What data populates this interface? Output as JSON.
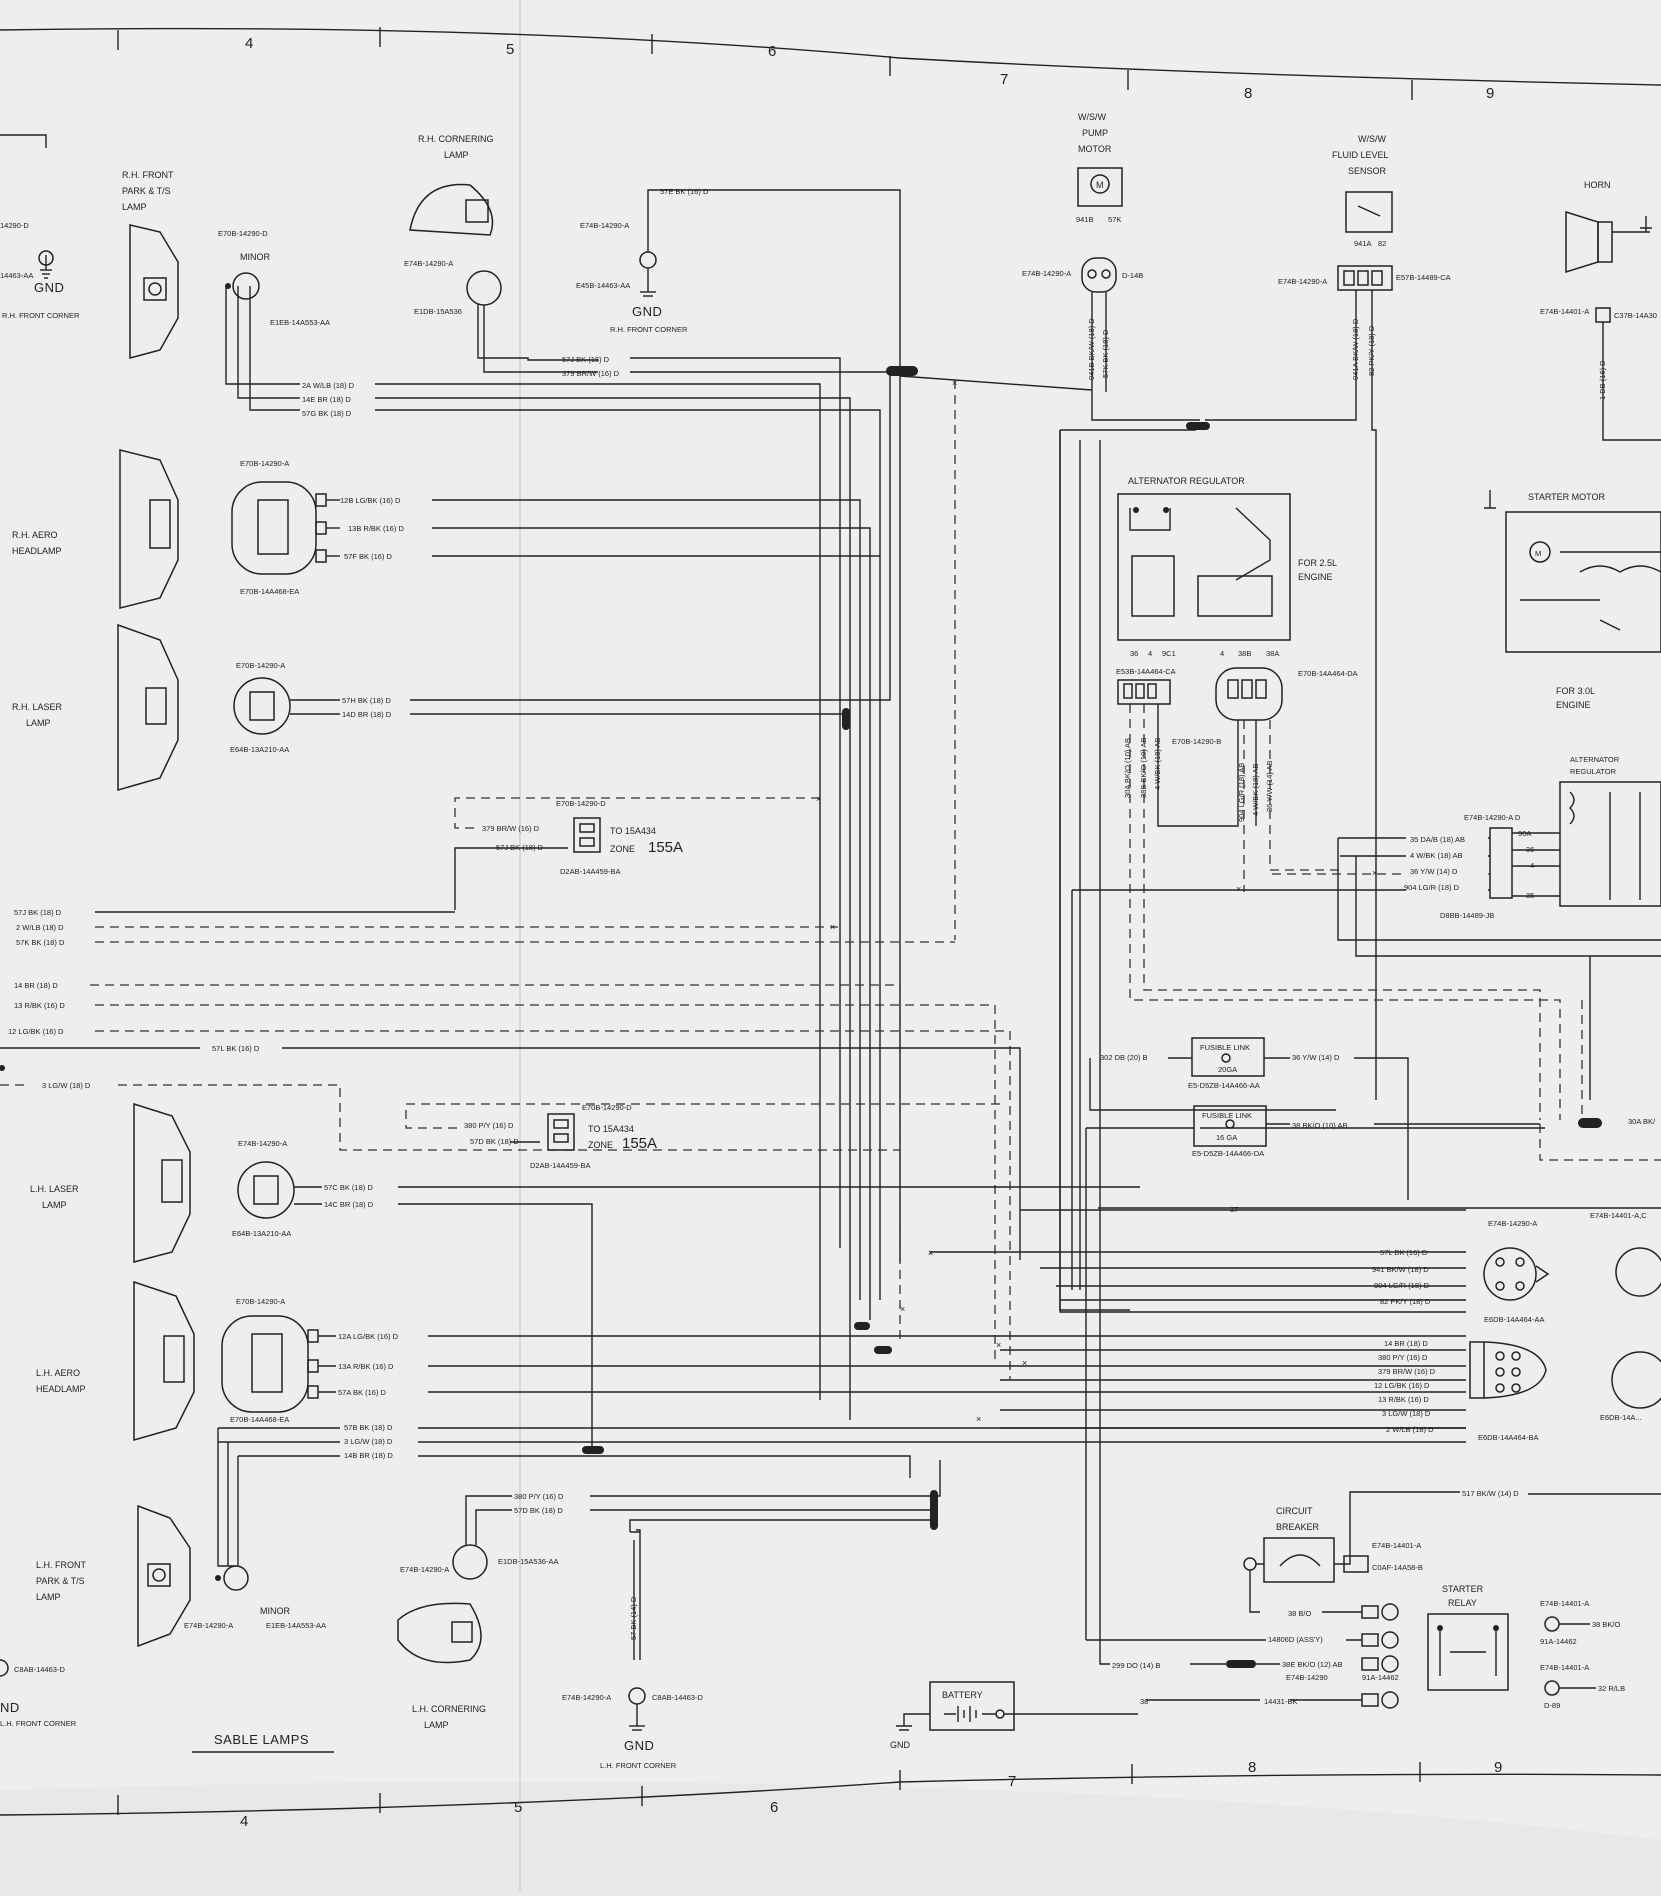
{
  "zones": {
    "top": [
      "4",
      "5",
      "6",
      "7",
      "8",
      "9"
    ],
    "bottom": [
      "4",
      "5",
      "6",
      "7",
      "8",
      "9"
    ]
  },
  "components": {
    "rh_front_park": {
      "title": [
        "R.H. FRONT",
        "PARK & T/S",
        "LAMP"
      ],
      "conn": "E70B-14290-D",
      "minor": "MINOR",
      "part": "E1EB-14A553-AA"
    },
    "rh_cornering": {
      "title": [
        "R.H. CORNERING",
        "LAMP"
      ],
      "conn": "E74B-14290-A",
      "part": "E1DB-15A536"
    },
    "rh_front_corner_gnd": {
      "conn": "E74B-14290-A",
      "part": "E45B-14463-AA",
      "gnd": "GND",
      "note": "R.H. FRONT CORNER"
    },
    "left_gnd": {
      "gnd": "GND",
      "note": "R.H. FRONT CORNER",
      "conn": "14290-D",
      "part": "14463-AA"
    },
    "pump_motor": {
      "title": [
        "W/S/W",
        "PUMP",
        "MOTOR"
      ],
      "pins": [
        "941B",
        "57K"
      ],
      "conn": "E74B-14290-A",
      "part": "D-14B"
    },
    "fluid_sensor": {
      "title": [
        "W/S/W",
        "FLUID LEVEL",
        "SENSOR"
      ],
      "pins": [
        "941A",
        "82"
      ],
      "conn": "E74B-14290-A",
      "part": "E57B-14489-CA"
    },
    "horn": {
      "title": "HORN",
      "conn": "E74B-14401-A",
      "part": "C37B-14A30"
    },
    "rh_aero": {
      "title": [
        "R.H. AERO",
        "HEADLAMP"
      ],
      "conn": "E70B-14290-A",
      "part": "E70B-14A468-EA"
    },
    "rh_laser": {
      "title": [
        "R.H. LASER",
        "LAMP"
      ],
      "conn": "E70B-14290-A",
      "part": "E64B-13A210-AA"
    },
    "alt_reg": {
      "title": "ALTERNATOR REGULATOR",
      "engine": [
        "FOR 2.5L",
        "ENGINE"
      ],
      "pins": [
        "36",
        "4",
        "9C1",
        "4",
        "38B",
        "38A"
      ],
      "conn1": "E53B-14A464-CA",
      "conn2": "E70B-14A464-DA",
      "conn3": "E70B-14290-B"
    },
    "starter_motor": {
      "title": "STARTER MOTOR"
    },
    "engine30": {
      "title": [
        "FOR 3.0L",
        "ENGINE"
      ]
    },
    "alt_reg2": {
      "title": [
        "ALTERNATOR",
        "REGULATOR"
      ],
      "conn": "E74B-14290-A D",
      "part": "D8BB-14489-JB",
      "pins": [
        "90A",
        "36",
        "4",
        "35"
      ]
    },
    "zone_conn1": {
      "conn": "E70B-14290-D",
      "to": "TO 15A434",
      "zone": "ZONE",
      "zone_num": "155A",
      "part": "D2AB-14A459-BA"
    },
    "zone_conn2": {
      "conn": "E70B-14290-D",
      "to": "TO 15A434",
      "zone": "ZONE",
      "zone_num": "155A",
      "part": "D2AB-14A459-BA"
    },
    "fusible1": {
      "title": "FUSIBLE LINK",
      "ga": "20GA",
      "part": "E5-D5ZB-14A466-AA"
    },
    "fusible2": {
      "title": "FUSIBLE LINK",
      "ga": "16 GA",
      "part": "E5-D5ZB-14A466-DA"
    },
    "lh_laser": {
      "title": [
        "L.H. LASER",
        "LAMP"
      ],
      "conn": "E74B-14290-A",
      "part": "E64B-13A210-AA"
    },
    "lh_aero": {
      "title": [
        "L.H. AERO",
        "HEADLAMP"
      ],
      "conn": "E70B-14290-A",
      "part": "E70B-14A468-EA"
    },
    "lh_front_park": {
      "title": [
        "L.H. FRONT",
        "PARK & T/S",
        "LAMP"
      ],
      "conn": "E74B-14290-A",
      "minor": "MINOR",
      "part": "E1EB-14A553-AA"
    },
    "lh_cornering": {
      "title": [
        "L.H. CORNERING",
        "LAMP"
      ],
      "conn": "E74B-14290-A",
      "part": "E1DB-15A536-AA"
    },
    "lh_front_corner_gnd": {
      "conn": "E74B-14290-A",
      "part": "C8AB-14463-D",
      "gnd": "GND",
      "note": "L.H. FRONT CORNER"
    },
    "lh_bottom_left": {
      "part": "C8AB-14463-D",
      "note": "L.H. FRONT CORNER",
      "gnd": "ND"
    },
    "battery": {
      "title": "BATTERY",
      "gnd": "GND"
    },
    "circuit_breaker": {
      "title": [
        "CIRCUIT",
        "BREAKER"
      ],
      "conn": "E74B-14401-A",
      "part": "C0AF-14A58-B"
    },
    "starter_relay": {
      "title": [
        "STARTER",
        "RELAY"
      ]
    },
    "right_conn_a": {
      "conn": "E74B-14290-A",
      "part": "E6DB-14A464-AA"
    },
    "right_conn_b": {
      "part": "E6DB-14A464-BA"
    },
    "right_conn_c": {
      "conn": "E74B-14401-A,C",
      "part": "E6DB-14A..."
    },
    "sable_lamps": "SABLE LAMPS"
  },
  "wires": {
    "w57e": "57E BK (16) D",
    "w57j": "57J BK (18) D",
    "w379": "379 BR/W (16) D",
    "w2a": "2A W/LB (18) D",
    "w14e": "14E BR (18) D",
    "w57g": "57G BK (18) D",
    "w12b": "12B LG/BK (16) D",
    "w13b": "13B R/BK (16) D",
    "w57f": "57F BK (16) D",
    "w57h": "57H BK (18) D",
    "w14d": "14D BR (18) D",
    "w941b": "941B BK/W (18) D",
    "w57k": "57K BK (18) D",
    "w941a": "941A BK/W (18) D",
    "w82": "82 PK/Y (18) D",
    "w1db": "1 DB (16) D",
    "zc_379": "379 BR/W (16) D",
    "zc_57j": "57J BK (18) D",
    "l57j": "57J BK (18) D",
    "l2": "2 W/LB (18) D",
    "l57k": "57K BK (18) D",
    "l14": "14 BR (18) D",
    "l13": "13 R/BK (16) D",
    "l12": "12 LG/BK (16) D",
    "l57l": "57L BK (16) D",
    "l3": "3 LG/W (18) D",
    "zc2_380": "380 P/Y (16) D",
    "zc2_57d": "57D BK (18) D",
    "w57c": "57C BK (18) D",
    "w14c": "14C BR (18) D",
    "w12a": "12A LG/BK (16) D",
    "w13a": "13A R/BK (16) D",
    "w57a": "57A BK (16) D",
    "w57b": "57B BK (18) D",
    "w3": "3 LG/W (18) D",
    "w14b": "14B BR (18) D",
    "w380": "380 P/Y (16) D",
    "w57d": "57D BK (18) D",
    "w57v": "57 BK (14) D",
    "alt_30a": "30A BK/O (10) AB",
    "alt_38b": "38B BK/O (10) AB",
    "alt_4": "4 W/BK (18) AB",
    "alt_904": "904 LG/R (18) AB",
    "alt_4b": "4 W/BK (18) AB",
    "alt_36": "36 Y/W (14) AB",
    "r35": "35 DA/B (18) AB",
    "r4": "4 W/BK (18) AB",
    "r36": "36 Y/W (14) D",
    "r904": "904 LG/R (18) D",
    "f302": "302 DB (20) B",
    "f36": "36 Y/W (14) D",
    "f38": "38 BK/O (10) AB",
    "f30a": "30A BK/",
    "w37": "37",
    "rc_57l": "57L BK (16) D",
    "rc_941": "941 BK/W (18) D",
    "rc_904": "904 LG/R (18) D",
    "rc_82": "82 PK/Y (18) D",
    "rc_14": "14 BR (18) D",
    "rc_380": "380 P/Y (16) D",
    "rc_379": "379 BR/W (16) D",
    "rc_12": "12 LG/BK (16) D",
    "rc_13": "13 R/BK (16) D",
    "rc_3": "3 LG/W (18) D",
    "rc_2": "2 W/LB (18) D",
    "w517": "517 BK/W (14) D",
    "w38": "38 B/O",
    "w14806": "14806D (ASS'Y)",
    "w38e": "38E BK/O (12) AB",
    "w38e2": "E74B-14290",
    "w91a": "91A-14462",
    "w299": "299 DO (14) B",
    "w38batt": "38",
    "w14431": "14431-BK",
    "sr_38": "38 BK/O",
    "sr_32": "32 R/LB",
    "sr_conn1": "E74B-14401-A",
    "sr_part1": "91A-14462",
    "sr_conn2": "E74B-14401-A",
    "sr_part2": "D-89",
    "lv57e": "57E BK (16) D"
  }
}
